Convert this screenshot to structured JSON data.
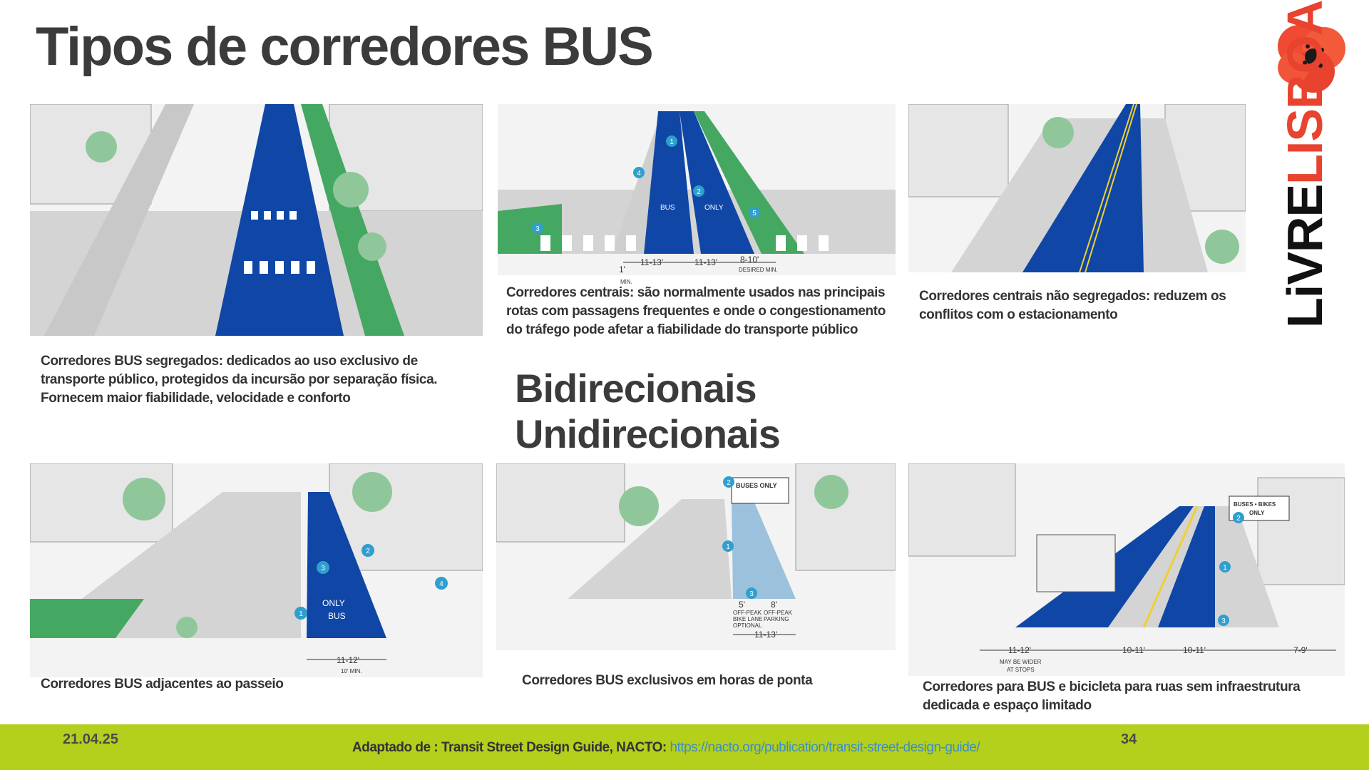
{
  "title": "Tipos de corredores BUS",
  "logo": {
    "part1": "LiVRE",
    "part2": "LISBOA",
    "accent_color": "#e8432f",
    "icon": "poppy-flower-icon"
  },
  "headings": {
    "bidirectional": "Bidirecionais",
    "unidirectional": "Unidirecionais"
  },
  "panels": {
    "segregated": {
      "caption": "Corredores BUS segregados: dedicados ao uso exclusivo de transporte público, protegidos da incursão por separação física. Fornecem maior fiabilidade, velocidade e conforto"
    },
    "central": {
      "caption": "Corredores centrais:  são normalmente usados nas principais rotas com passagens frequentes e onde o congestionamento do tráfego pode afetar a fiabilidade do transporte público",
      "markers": [
        "1",
        "2",
        "3",
        "4",
        "5"
      ],
      "lane_text_1": "BUS",
      "lane_text_2": "ONLY",
      "dims": {
        "d1": "1'",
        "d1_note": "MIN.",
        "d2": "11-13'",
        "d3": "11-13'",
        "d4": "8-10'",
        "d4_note": "DESIRED MIN."
      }
    },
    "central_unsegregated": {
      "caption": "Corredores centrais não segregados: reduzem os conflitos com o estacionamento"
    },
    "adjacent": {
      "caption": "Corredores BUS adjacentes ao passeio",
      "markers": [
        "1",
        "2",
        "3",
        "4"
      ],
      "lane_text_1": "ONLY",
      "lane_text_2": "BUS",
      "dims": {
        "d1": "11-12'",
        "d1_note": "10' MIN."
      }
    },
    "peak": {
      "caption": "Corredores BUS exclusivos em horas de ponta",
      "markers": [
        "1",
        "2",
        "3"
      ],
      "sign": "BUSES ONLY",
      "dims": {
        "d1": "5'",
        "d1_note1": "OFF-PEAK",
        "d1_note2": "BIKE LANE",
        "d1_note3": "OPTIONAL",
        "d2": "8'",
        "d2_note1": "OFF-PEAK",
        "d2_note2": "PARKING",
        "d3": "11-13'"
      }
    },
    "busbike": {
      "caption": "Corredores para BUS e bicicleta para ruas sem infraestrutura dedicada e espaço limitado",
      "markers": [
        "1",
        "2",
        "3"
      ],
      "sign_1": "BUSES • BIKES",
      "sign_2": "ONLY",
      "dims": {
        "d1": "11-12'",
        "d1_note1": "MAY BE WIDER",
        "d1_note2": "AT STOPS",
        "d2": "10-11'",
        "d3": "10-11'",
        "d4": "7-9'"
      }
    }
  },
  "footer": {
    "date": "21.04.25",
    "page": "34",
    "source_prefix": "Adaptado de : Transit Street Design Guide, NACTO: ",
    "source_link": "https://nacto.org/publication/transit-street-design-guide/",
    "color": "#b5cf1d"
  },
  "colors": {
    "bus_lane": "#0a3f9f",
    "bike_lane": "#3fa55b",
    "marker": "#2f9fcf"
  }
}
